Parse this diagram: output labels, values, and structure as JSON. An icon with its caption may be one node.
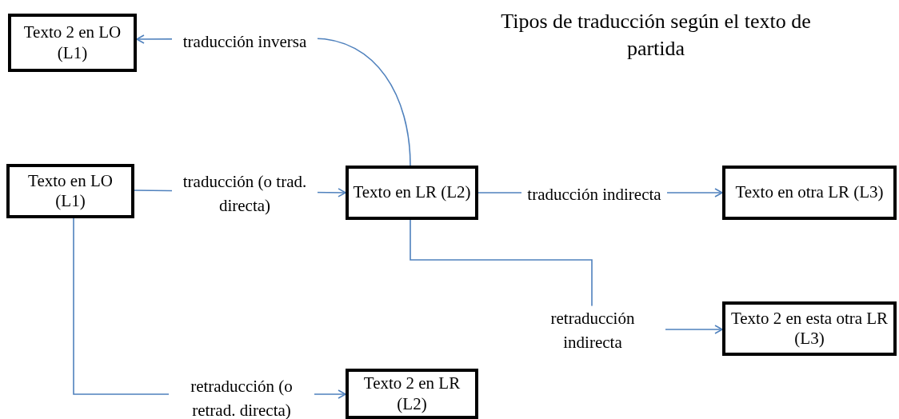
{
  "diagram": {
    "title": "Tipos de traducción según el texto de partida",
    "nodes": [
      {
        "text": [
          "Texto 2 en LO (L1)"
        ]
      },
      {
        "text": [
          "Texto en LO (L1)"
        ]
      },
      {
        "text": [
          "Texto en LR (L2)"
        ]
      },
      {
        "text": [
          "Texto en otra LR (L3)"
        ]
      },
      {
        "text": [
          "Texto 2 en esta otra LR (L3)"
        ]
      },
      {
        "text": [
          "Texto 2 en LR (L2)"
        ]
      }
    ],
    "edges": [
      {
        "from": 2,
        "to": 0,
        "arrow": "to",
        "label": "traducción inversa"
      },
      {
        "from": 1,
        "to": 2,
        "arrow": "to",
        "label": "traducción (o trad. directa)"
      },
      {
        "from": 2,
        "to": 3,
        "arrow": "to",
        "label": "traducción indirecta"
      },
      {
        "from": 2,
        "to": 4,
        "arrow": "to",
        "label": "retraducción indirecta"
      },
      {
        "from": 1,
        "to": 5,
        "arrow": "to",
        "label": "retraducción (o retrad. directa)"
      }
    ]
  }
}
